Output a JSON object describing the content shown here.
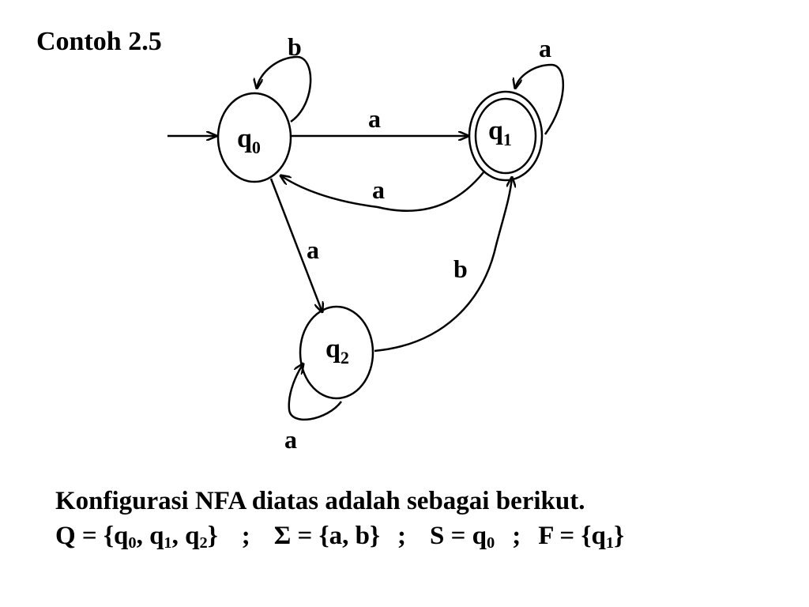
{
  "title": "Contoh 2.5",
  "states": {
    "q0": {
      "base": "q",
      "sub": "0"
    },
    "q1": {
      "base": "q",
      "sub": "1"
    },
    "q2": {
      "base": "q",
      "sub": "2"
    }
  },
  "edges": {
    "q0_q0": "b",
    "q0_q1": "a",
    "q1_q0": "a",
    "q1_q1": "a",
    "q0_q2": "a",
    "q2_q1": "b",
    "q2_q2": "a"
  },
  "description": {
    "line1": "Konfigurasi NFA diatas adalah sebagai berikut.",
    "line2": {
      "Q_prefix": "Q = {",
      "Q_items": [
        {
          "base": "q",
          "sub": "0",
          "sep": ", "
        },
        {
          "base": "q",
          "sub": "1",
          "sep": ", "
        },
        {
          "base": "q",
          "sub": "2",
          "sep": ""
        }
      ],
      "Q_suffix": "}",
      "sep1": ";",
      "sigma": "Σ = {a, b}",
      "sep2": ";",
      "S_prefix": "S = ",
      "S_base": "q",
      "S_sub": "0",
      "sep3": ";",
      "F_prefix": "F = {",
      "F_base": "q",
      "F_sub": "1",
      "F_suffix": "}"
    }
  }
}
